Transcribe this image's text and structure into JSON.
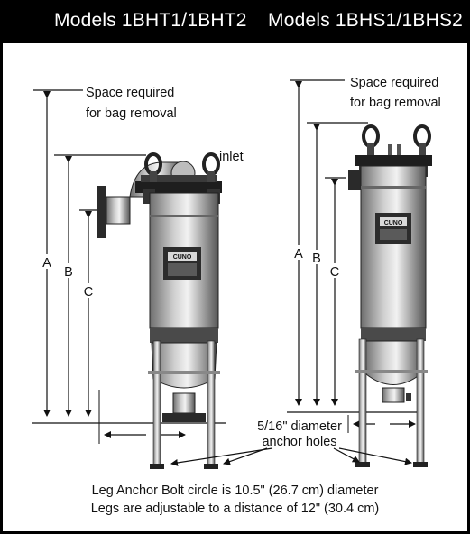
{
  "header": {
    "left_title": "Models 1BHT1/1BHT2",
    "right_title": "Models 1BHS1/1BHS2"
  },
  "left_diagram": {
    "space_line1": "Space required",
    "space_line2": "for bag removal",
    "inlet": "inlet",
    "dim_a": "A",
    "dim_b": "B",
    "dim_c": "C",
    "badge": "CUNO"
  },
  "right_diagram": {
    "space_line1": "Space required",
    "space_line2": "for bag removal",
    "dim_a": "A",
    "dim_b": "B",
    "dim_c": "C",
    "badge": "CUNO"
  },
  "anchor_note": {
    "line1": "5/16\" diameter",
    "line2": "anchor holes"
  },
  "captions": {
    "line1": "Leg Anchor Bolt circle is 10.5\" (26.7 cm) diameter",
    "line2": "Legs are adjustable to a distance of 12\" (30.4 cm)"
  }
}
